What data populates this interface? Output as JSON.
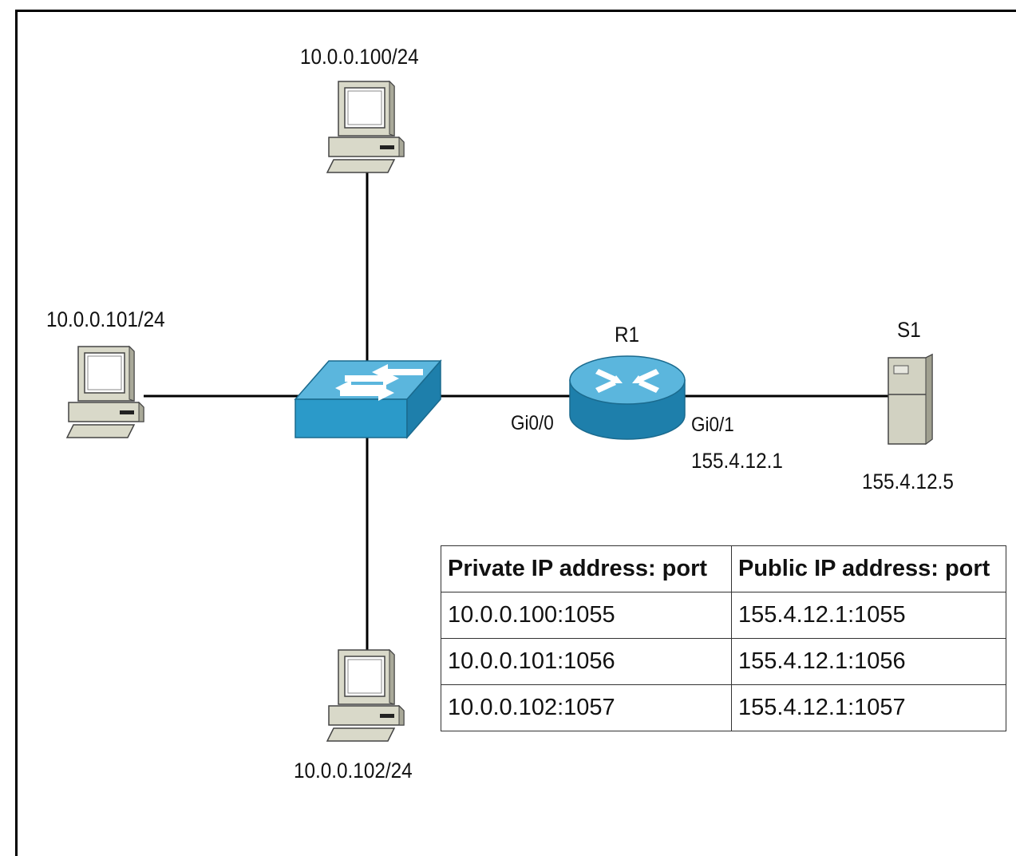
{
  "hosts": {
    "top": {
      "ip": "10.0.0.100/24"
    },
    "left": {
      "ip": "10.0.0.101/24"
    },
    "bottom": {
      "ip": "10.0.0.102/24"
    }
  },
  "router": {
    "name": "R1",
    "inside_interface": "Gi0/0",
    "outside_interface": "Gi0/1",
    "outside_ip": "155.4.12.1"
  },
  "server": {
    "name": "S1",
    "ip": "155.4.12.5"
  },
  "nat_table": {
    "headers": [
      "Private IP address: port",
      "Public IP address: port"
    ],
    "rows": [
      [
        "10.0.0.100:1055",
        "155.4.12.1:1055"
      ],
      [
        "10.0.0.101:1056",
        "155.4.12.1:1056"
      ],
      [
        "10.0.0.102:1057",
        "155.4.12.1:1057"
      ]
    ]
  },
  "colors": {
    "switch": "#2b9ac9",
    "router": "#2b9ac9",
    "pc": "#d8d8c8",
    "server": "#cfcfbf",
    "link": "#000000"
  }
}
